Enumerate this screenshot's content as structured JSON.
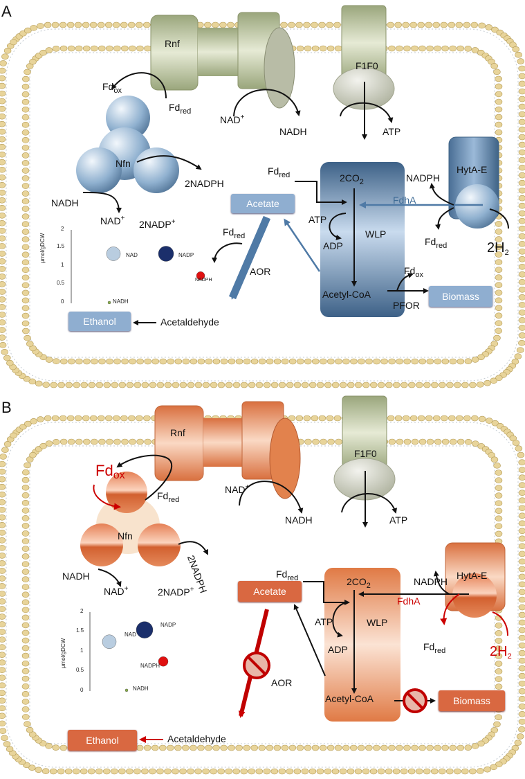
{
  "panels": [
    {
      "label": "A",
      "complexes": {
        "rnf": "Rnf",
        "f1f0": "F1F0",
        "nfn": "Nfn",
        "hyta": "HytA-E"
      },
      "metabolites": {
        "fd": "Fd",
        "ox": "ox",
        "red": "red",
        "nad": "NAD",
        "nadplus": "+",
        "nadh": "NADH",
        "atp": "ATP",
        "adp": "ADP",
        "nadph_2": "2NADPH",
        "nadp_2": "2NADP",
        "co2": "2CO",
        "co2_sub": "2",
        "nadph": "NADPH",
        "fdha": "FdhA",
        "wlp": "WLP",
        "acetylcoa": "Acetyl-CoA",
        "pfor": "PFOR",
        "aor": "AOR",
        "acetaldehyde": "Acetaldehyde",
        "h2": "2H",
        "h2_sub": "2"
      },
      "boxes": {
        "acetate": "Acetate",
        "ethanol": "Ethanol",
        "biomass": "Biomass"
      },
      "inset": {
        "ylabel": "μmol/gDCW",
        "yticks": [
          "2",
          "1.5",
          "1",
          "0.5",
          "0"
        ],
        "points": [
          {
            "name": "NAD",
            "value": 1.35,
            "color": "#b9cde0"
          },
          {
            "name": "NADP",
            "value": 1.35,
            "color": "#1b2f6b"
          },
          {
            "name": "NADPH",
            "value": 0.75,
            "color": "#e01010"
          },
          {
            "name": "NADH",
            "value": 0.02,
            "color": "#8ab04a"
          }
        ]
      }
    },
    {
      "label": "B",
      "complexes": {
        "rnf": "Rnf",
        "f1f0": "F1F0",
        "nfn": "Nfn",
        "hyta": "HytA-E"
      },
      "metabolites": {
        "fd": "Fd",
        "ox": "ox",
        "red": "red",
        "nad": "NAD",
        "nadplus": "+",
        "nadh": "NADH",
        "atp": "ATP",
        "adp": "ADP",
        "nadph_2": "2NADPH",
        "nadp_2": "2NADP",
        "co2": "2CO",
        "co2_sub": "2",
        "nadph": "NADPH",
        "fdha": "FdhA",
        "wlp": "WLP",
        "acetylcoa": "Acetyl-CoA",
        "aor": "AOR",
        "acetaldehyde": "Acetaldehyde",
        "h2": "2H",
        "h2_sub": "2"
      },
      "boxes": {
        "acetate": "Acetate",
        "ethanol": "Ethanol",
        "biomass": "Biomass"
      },
      "inset": {
        "ylabel": "μmol/gDCW",
        "yticks": [
          "2",
          "1.5",
          "1",
          "0.5",
          "0"
        ],
        "points": [
          {
            "name": "NAD",
            "value": 1.25,
            "color": "#b9cde0"
          },
          {
            "name": "NADP",
            "value": 1.55,
            "color": "#1b2f6b"
          },
          {
            "name": "NADPH",
            "value": 0.75,
            "color": "#e01010"
          },
          {
            "name": "NADH",
            "value": 0.02,
            "color": "#8ab04a"
          }
        ]
      }
    }
  ],
  "colors": {
    "membrane_head": "#e8d49a",
    "blue_complex": "#7fa1c4",
    "orange_complex": "#e8875a",
    "green_complex": "#c5ccac",
    "inhibit": "#c00000"
  }
}
